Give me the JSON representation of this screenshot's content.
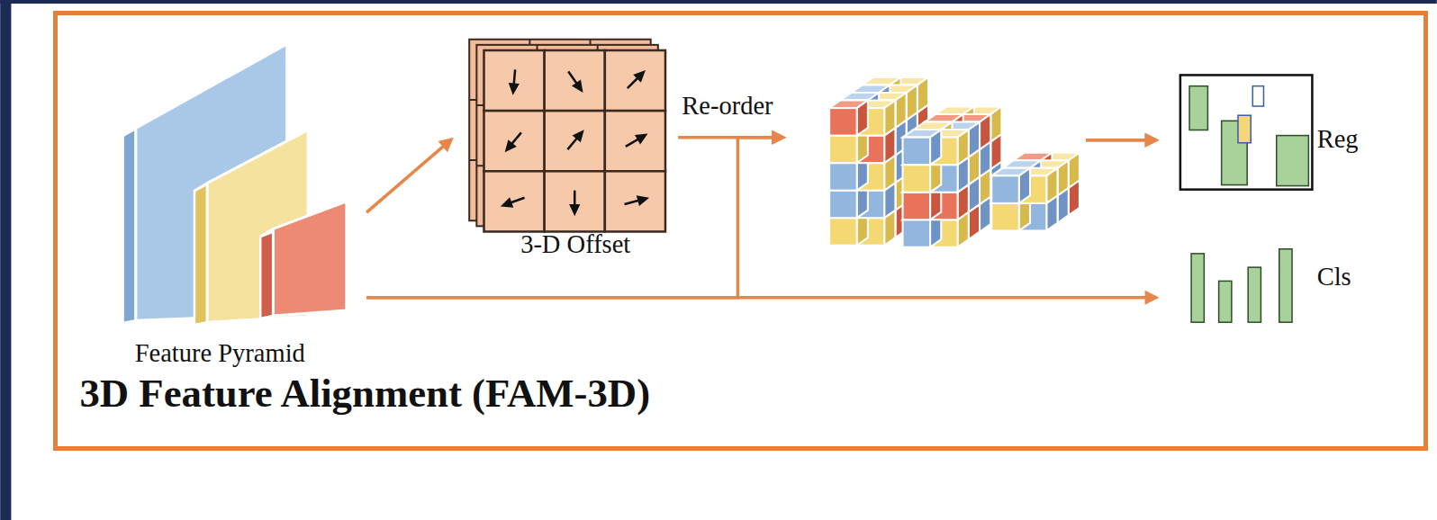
{
  "diagram": {
    "nodes": [
      {
        "text": [
          "3D Feature Alignment (FAM-3D)"
        ]
      },
      {
        "text": [
          "Feature Pyramid"
        ],
        "in": 0
      },
      {
        "text": [
          "3-D Offset"
        ],
        "in": 0
      },
      {
        "text": [
          "Reg"
        ],
        "in": 0
      },
      {
        "text": [
          "Cls"
        ],
        "in": 0
      }
    ],
    "edges": [
      {
        "from": 1,
        "to": 2,
        "arrow": "to"
      },
      {
        "from": 2,
        "to": 3,
        "arrow": "to",
        "label": "Re-order"
      },
      {
        "from": 1,
        "to": 3,
        "arrow": "to"
      },
      {
        "from": 1,
        "to": 4,
        "arrow": "to"
      }
    ]
  }
}
